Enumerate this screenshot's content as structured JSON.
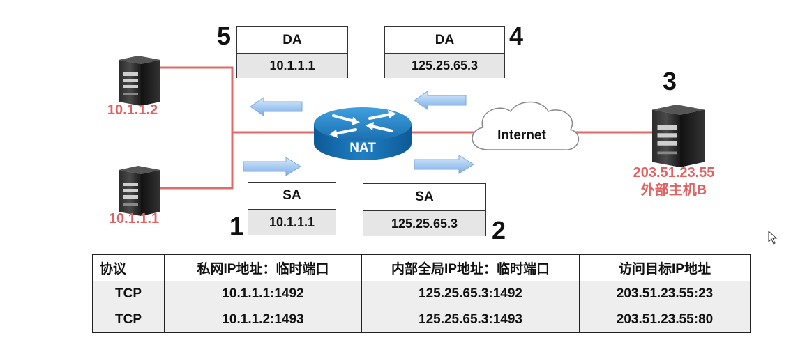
{
  "labels": {
    "step1": "1",
    "step2": "2",
    "step3": "3",
    "step4": "4",
    "step5": "5",
    "router": "NAT",
    "cloud": "Internet",
    "host_top_ip": "10.1.1.2",
    "host_bottom_ip": "10.1.1.1",
    "host_b_ip": "203.51.23.55",
    "host_b_name": "外部主机B"
  },
  "packets": {
    "p5": {
      "field": "DA",
      "value": "10.1.1.1"
    },
    "p4": {
      "field": "DA",
      "value": "125.25.65.3"
    },
    "p1": {
      "field": "SA",
      "value": "10.1.1.1"
    },
    "p2": {
      "field": "SA",
      "value": "125.25.65.3"
    }
  },
  "table": {
    "headers": [
      "协议",
      "私网IP地址：临时端口",
      "内部全局IP地址：临时端口",
      "访问目标IP地址"
    ],
    "rows": [
      [
        "TCP",
        "10.1.1.1:1492",
        "125.25.65.3:1492",
        "203.51.23.55:23"
      ],
      [
        "TCP",
        "10.1.1.2:1493",
        "125.25.65.3:1493",
        "203.51.23.55:80"
      ]
    ]
  },
  "colors": {
    "link": "#e06a6a",
    "label_red": "#e06262",
    "router_blue": "#1f7fc4",
    "arrow_blue": "#a9ccf2"
  },
  "icons": [
    "server-icon",
    "router-icon",
    "cloud-icon",
    "arrow-icon",
    "cursor-icon"
  ]
}
